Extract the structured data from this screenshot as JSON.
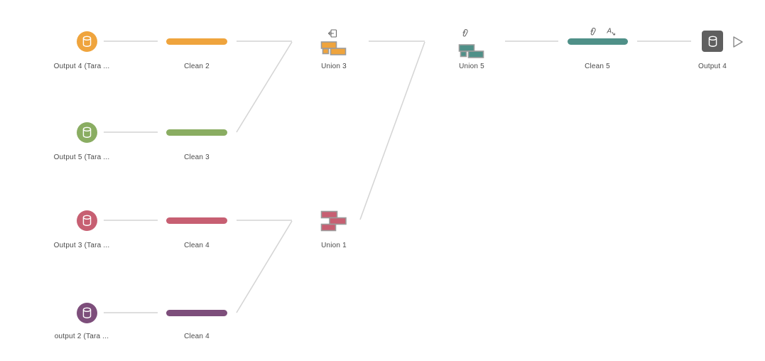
{
  "app": {
    "title": "Flow canvas"
  },
  "palette": {
    "orange": "#efa43d",
    "green": "#8aad62",
    "rose": "#c75f72",
    "plum": "#7d4e7b",
    "teal": "#4f9088",
    "output_gray": "#5f5f5f",
    "connector_gray": "#d4d4d4",
    "label_text": "#4a4a4a"
  },
  "flow": {
    "sources": [
      {
        "label": "Output 4 (Tara ...",
        "color": "#efa43d",
        "icon": "database-icon"
      },
      {
        "label": "Output 5 (Tara ...",
        "color": "#8aad62",
        "icon": "database-icon"
      },
      {
        "label": "Output 3 (Tara ...",
        "color": "#c75f72",
        "icon": "database-icon"
      },
      {
        "label": "output 2 (Tara ...",
        "color": "#7d4e7b",
        "icon": "database-icon"
      }
    ],
    "cleans": [
      {
        "label": "Clean 2",
        "color": "#efa43d",
        "badges": []
      },
      {
        "label": "Clean 3",
        "color": "#8aad62",
        "badges": []
      },
      {
        "label": "Clean 4",
        "color": "#c75f72",
        "badges": []
      },
      {
        "label": "Clean 4",
        "color": "#7d4e7b",
        "badges": []
      },
      {
        "label": "Clean 5",
        "color": "#4f9088",
        "badges": [
          "paperclip",
          "rename-fields"
        ]
      }
    ],
    "unions": [
      {
        "label": "Union 3",
        "color": "#efa43d",
        "badges": [
          "flow-output"
        ]
      },
      {
        "label": "Union 5",
        "color": "#4f9088",
        "badges": [
          "paperclip"
        ]
      },
      {
        "label": "Union 1",
        "color": "#c75f72",
        "badges": []
      }
    ],
    "output": {
      "label": "Output 4",
      "color": "#5f5f5f",
      "icon": "database-icon"
    },
    "run": {
      "icon": "play-icon"
    }
  }
}
